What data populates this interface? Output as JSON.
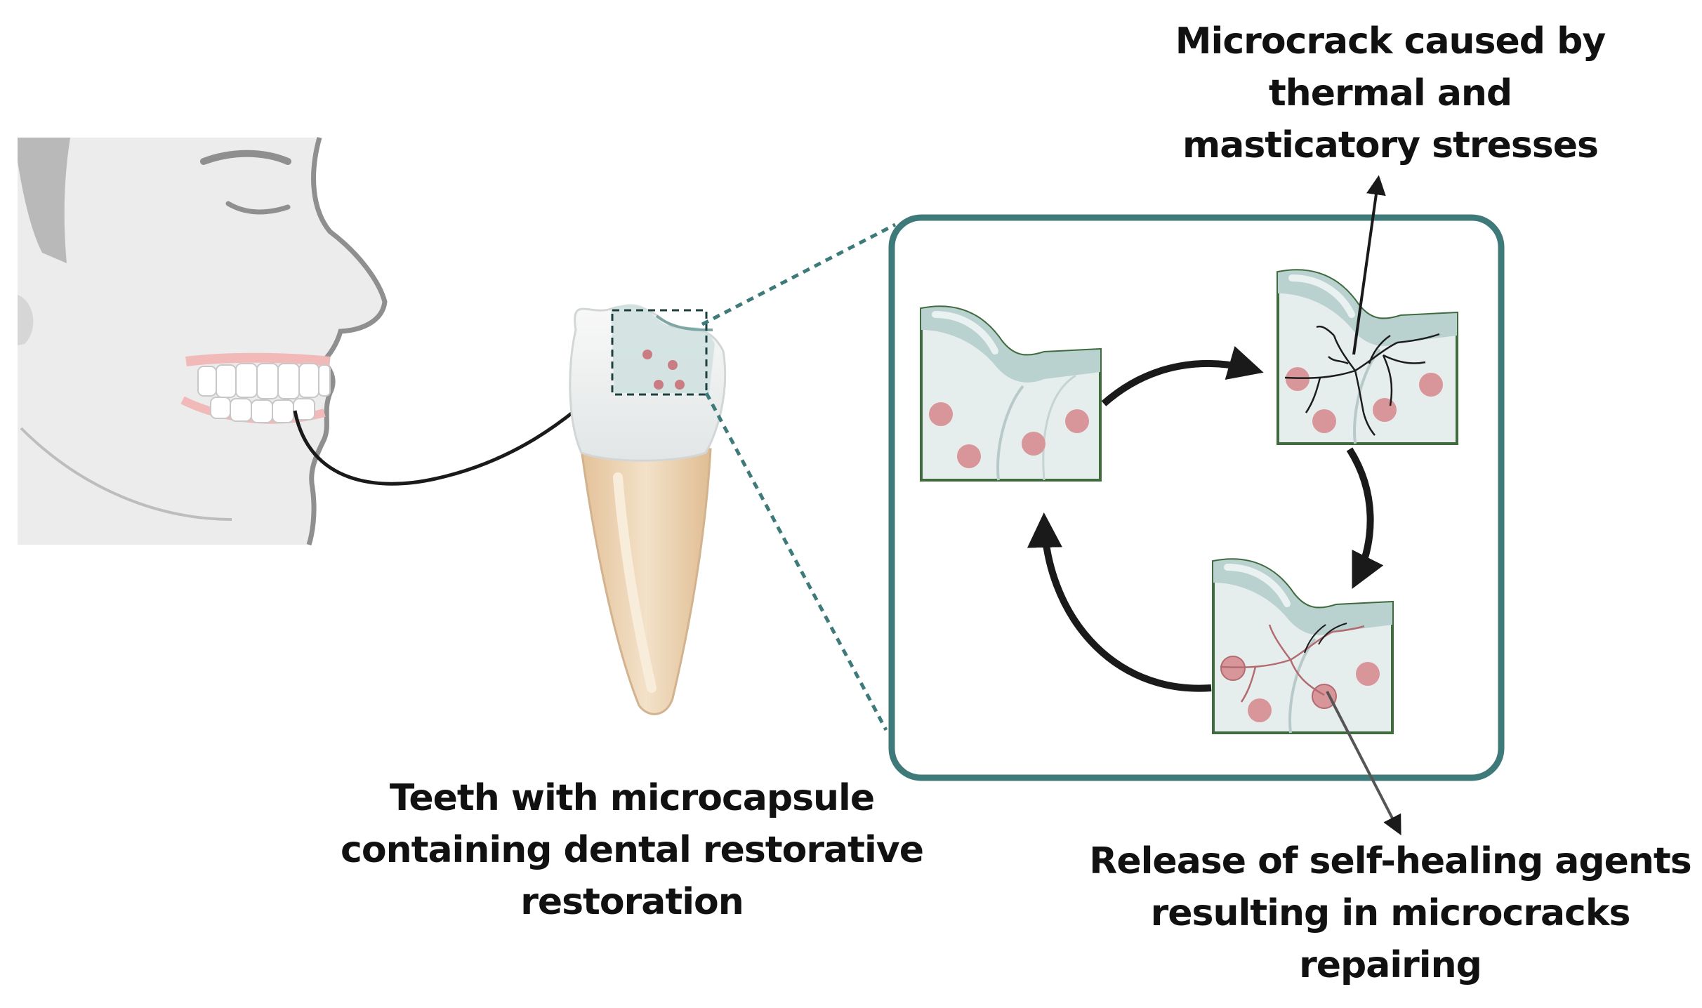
{
  "labels": {
    "microcrack": [
      "Microcrack caused by",
      "thermal and",
      "masticatory stresses"
    ],
    "tooth": [
      "Teeth with microcapsule",
      "containing dental restorative",
      "restoration"
    ],
    "healing": [
      "Release of self-healing agents",
      "resulting in microcracks",
      "repairing"
    ]
  },
  "colors": {
    "frame": "#3f7a7a",
    "enamel_top": "#bcd4d2",
    "enamel_body": "#e6eeed",
    "capsule": "#d9969a",
    "cracks": "#1c1c1c",
    "healing_lines": "#b36b72",
    "root": "#ecd2b0",
    "arrows": "#1a1a1a",
    "face_skin": "#ececec",
    "face_outline": "#8a8a8a"
  }
}
